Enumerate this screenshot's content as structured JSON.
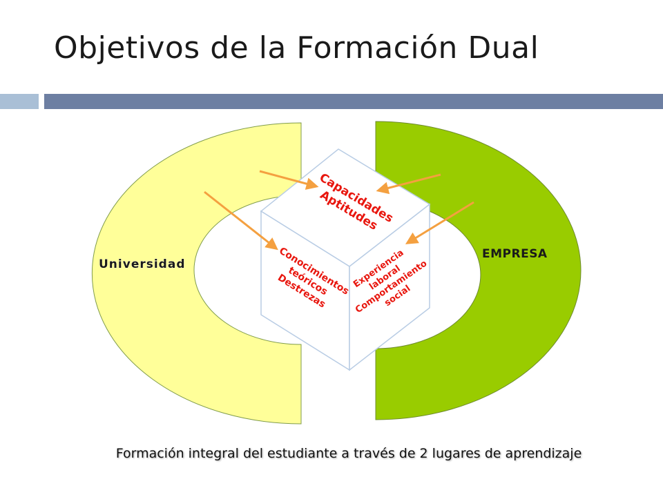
{
  "title": "Objetivos de la Formación Dual",
  "colors": {
    "title_bar_left": "#a9bfd6",
    "title_bar_right": "#6d7fa2",
    "universidad_fill": "#ffff99",
    "empresa_fill": "#99cc00",
    "cube_text": "#e8160e",
    "arrow": "#f4a040",
    "cube_edge": "#b8cce4"
  },
  "labels": {
    "universidad": "Universidad",
    "empresa": "EMPRESA"
  },
  "cube": {
    "top_lines": [
      "Capacidades",
      "Aptitudes"
    ],
    "left_lines": [
      "Conocimientos",
      "teóricos",
      "Destrezas"
    ],
    "right_lines": [
      "Experiencia",
      "laboral",
      "Comportamiento",
      "social"
    ]
  },
  "footer": "Formación integral del estudiante a través de 2 lugares de aprendizaje"
}
